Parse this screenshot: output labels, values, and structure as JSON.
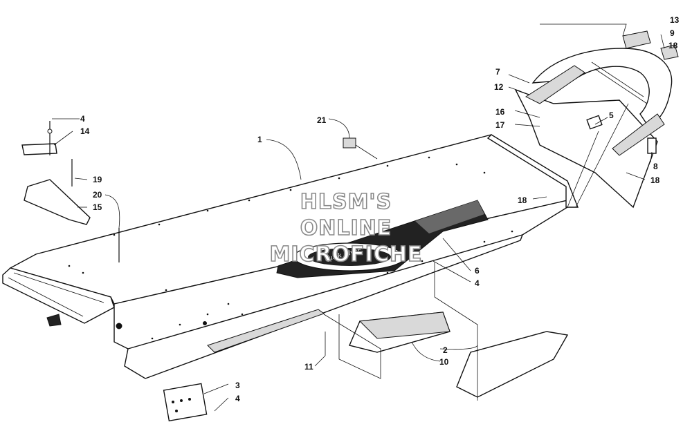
{
  "watermark": {
    "line1": "HLSM'S",
    "line2": "ONLINE",
    "line3": "MICROFICHE"
  },
  "decal_text": "quick silver",
  "callouts": {
    "c1": "1",
    "c2": "2",
    "c3": "3",
    "c4a": "4",
    "c4b": "4",
    "c4c": "4",
    "c5": "5",
    "c6": "6",
    "c7": "7",
    "c8": "8",
    "c9": "9",
    "c10": "10",
    "c11": "11",
    "c12": "12",
    "c13": "13",
    "c14": "14",
    "c15": "15",
    "c16": "16",
    "c17": "17",
    "c18a": "18",
    "c18b": "18",
    "c18c": "18",
    "c19": "19",
    "c20": "20",
    "c21": "21"
  }
}
